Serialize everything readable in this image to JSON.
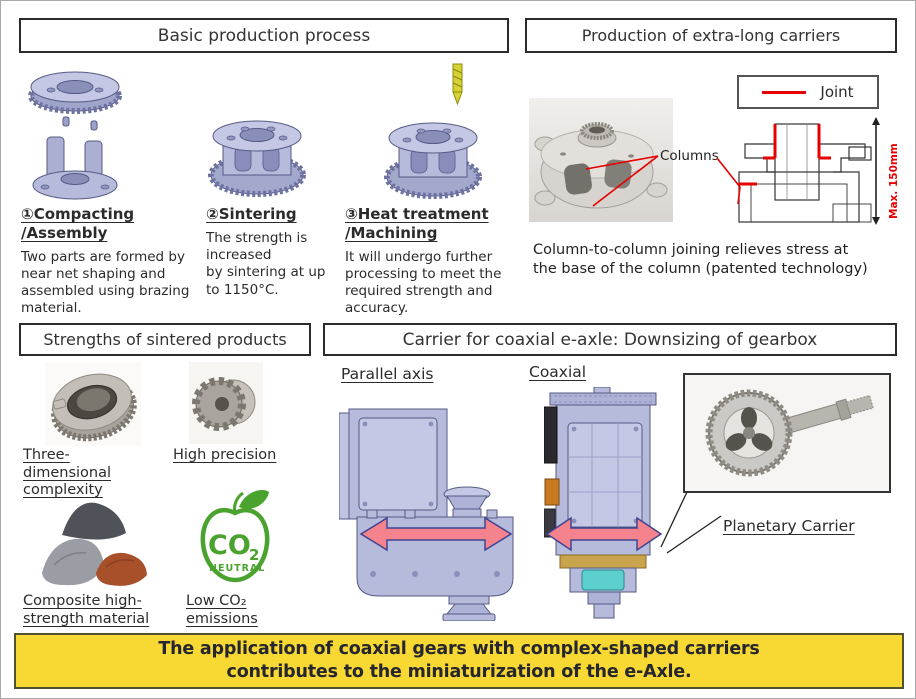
{
  "headers": {
    "basic_production": "Basic production process",
    "extra_long": "Production of extra-long carriers",
    "strengths": "Strengths of sintered products",
    "coaxial_carrier": "Carrier for coaxial e-axle: Downsizing of gearbox"
  },
  "process_steps": [
    {
      "title": "①Compacting\n/Assembly",
      "description": "Two parts are formed by\nnear net shaping and\nassembled using brazing\nmaterial."
    },
    {
      "title": "②Sintering",
      "description": "The strength is\nincreased\nby sintering at up\nto 1150°C."
    },
    {
      "title": "③Heat treatment\n/Machining",
      "description": "It will undergo further\nprocessing to meet the\nrequired strength and\naccuracy."
    }
  ],
  "extra_long_section": {
    "joint_legend_label": "Joint",
    "columns_label": "Columns",
    "max_height_label": "Max. 150mm",
    "caption": "Column-to-column joining relieves stress at\nthe base of the column (patented technology)"
  },
  "strengths_section": {
    "items": [
      {
        "label": "Three-\ndimensional\ncomplexity"
      },
      {
        "label": "High precision"
      },
      {
        "label": "Composite high-\nstrength material"
      },
      {
        "label": "Low CO₂\nemissions"
      }
    ],
    "co2_logo": {
      "co": "CO",
      "sub2": "2",
      "neutral": "NEUTRAL"
    }
  },
  "comparison_section": {
    "parallel_label": "Parallel axis",
    "coaxial_label": "Coaxial",
    "planetary_label": "Planetary Carrier"
  },
  "banner": {
    "text": "The application of coaxial gears with complex-shaped carriers\ncontributes to the miniaturization of the e-Axle."
  },
  "colors": {
    "joint_red": "#e60000",
    "banner_yellow": "#f8d832",
    "cad_lavender": "#b6badb",
    "arrow_pink": "#f5838d",
    "co2_green": "#4ba32f"
  }
}
